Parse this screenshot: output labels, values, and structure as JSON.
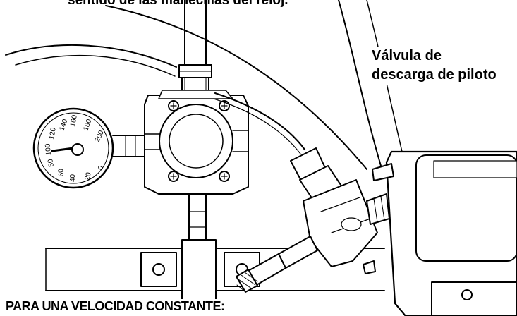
{
  "captions": {
    "top": "sentido de las manecillas del reloj.",
    "valve_label_line1": "Válvula de",
    "valve_label_line2": "descarga de piloto",
    "bottom": "PARA UNA VELOCIDAD CONSTANTE:"
  },
  "gauge": {
    "scale": [
      "0",
      "20",
      "40",
      "60",
      "80",
      "100",
      "120",
      "140",
      "160",
      "180",
      "200"
    ],
    "needle_value": "100"
  },
  "colors": {
    "line": "#000000",
    "background": "#ffffff",
    "chrome": "#d8d8d8"
  }
}
